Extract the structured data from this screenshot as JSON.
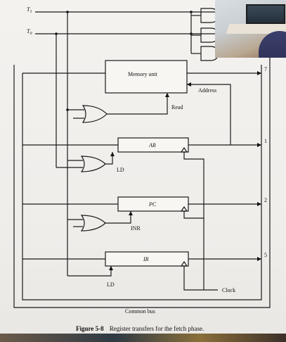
{
  "labels": {
    "t1": "T",
    "t1_sub": "1",
    "t0": "T",
    "t0_sub": "0",
    "memory_unit": "Memory unit",
    "address": "Address",
    "read": "Read",
    "ar": "AR",
    "pc": "PC",
    "ir": "IR",
    "ld_ar": "LD",
    "inr_pc": "INR",
    "ld_ir": "LD",
    "clock": "Clock",
    "common_bus": "Common bus",
    "bus_7": "7",
    "bus_1": "1",
    "bus_2": "2",
    "bus_5": "5"
  },
  "caption": {
    "figure": "Figure 5-8",
    "text": "Register transfers for the fetch phase."
  }
}
